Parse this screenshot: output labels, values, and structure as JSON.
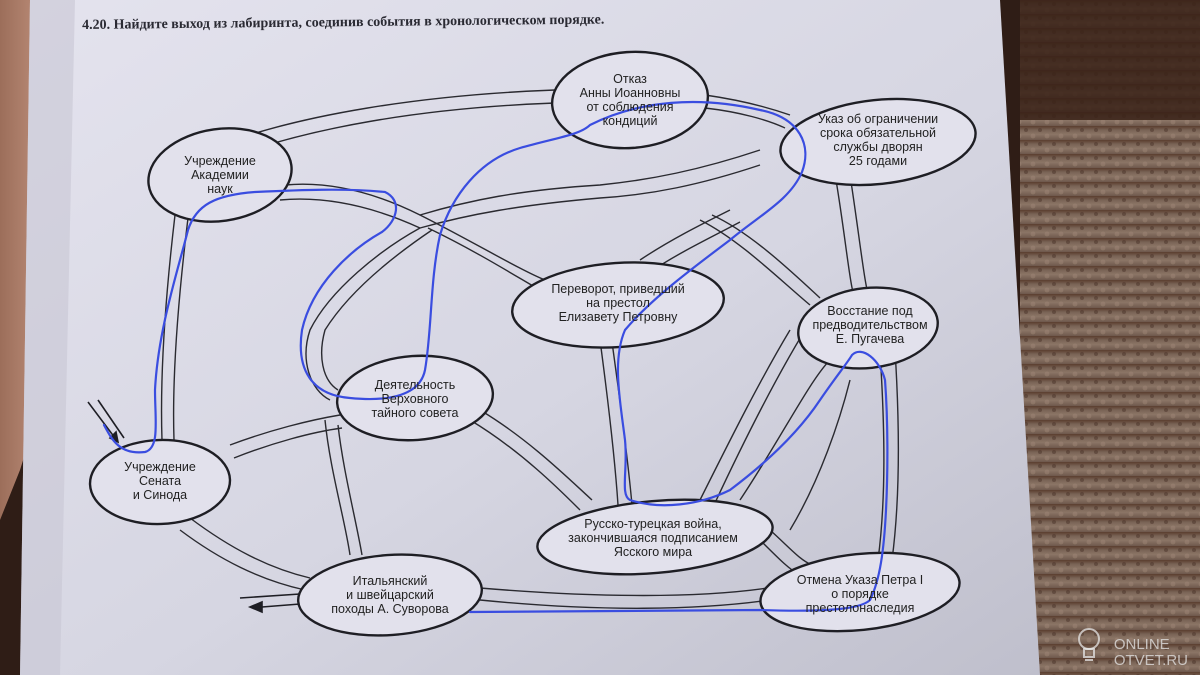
{
  "task_title": "4.20. Найдите выход из лабиринта, соединив события в хронологическом порядке.",
  "nodes": {
    "academy": [
      "Учреждение",
      "Академии",
      "наук"
    ],
    "anna": [
      "Отказ",
      "Анны Иоанновны",
      "от соблюдения",
      "кондиций"
    ],
    "decree_service": [
      "Указ об ограничении",
      "срока обязательной",
      "службы дворян",
      "25 годами"
    ],
    "coup": [
      "Переворот, приведший",
      "на престол",
      "Елизавету Петровну"
    ],
    "pugachev": [
      "Восстание под",
      "предводительством",
      "Е. Пугачева"
    ],
    "council": [
      "Деятельность",
      "Верховного",
      "тайного совета"
    ],
    "senate": [
      "Учреждение",
      "Сената",
      "и Синода"
    ],
    "turkish_war": [
      "Русско-турецкая война,",
      "закончившаяся подписанием",
      "Ясского мира"
    ],
    "suvorov": [
      "Итальянский",
      "и швейцарский",
      "походы А. Суворова"
    ],
    "succession": [
      "Отмена Указа Петра I",
      "о порядке",
      "престолонаследия"
    ]
  },
  "watermark": {
    "line1": "ONLINE",
    "line2": "OTVET.RU"
  },
  "colors": {
    "paper": "#d9d9e3",
    "ink": "#1e1e24",
    "pen": "#3a4de0",
    "carpet": "#6b5448",
    "wood": "#3a241a"
  }
}
